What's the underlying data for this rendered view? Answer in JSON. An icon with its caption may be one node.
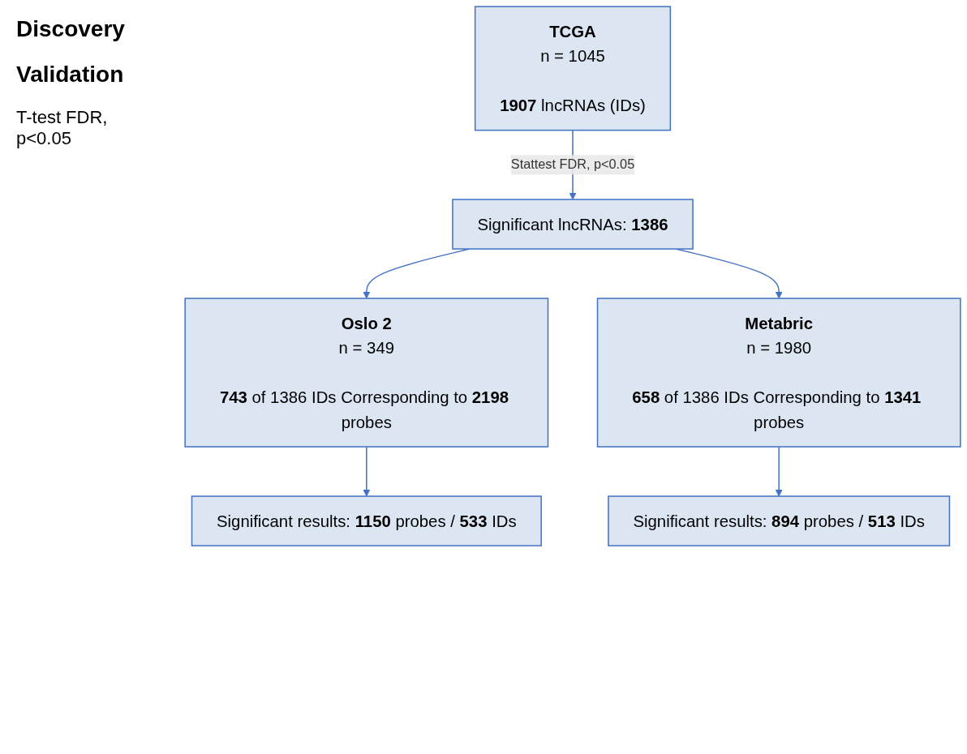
{
  "diagram": {
    "nodes": [
      {
        "text": [
          "TCGA",
          "n = 1045",
          "**1907** lncRNAs (IDs)"
        ]
      },
      {
        "text": [
          "Significant lncRNAs: **1386**"
        ]
      },
      {
        "text": [
          "Oslo 2",
          "n = 349",
          "**743** of 1386 IDs Corresponding to **2198** probes"
        ]
      },
      {
        "text": [
          "Metabric",
          "n = 1980",
          "**658** of 1386 IDs Corresponding to **1341** probes"
        ]
      },
      {
        "text": [
          "Significant results: **1150** probes / **533** IDs"
        ]
      },
      {
        "text": [
          "Significant results: **894** probes / **513** IDs"
        ]
      }
    ],
    "edges": [
      {
        "from": 0,
        "to": 1,
        "arrow": "to",
        "label": "Stattest FDR, p<0.05"
      },
      {
        "from": 1,
        "to": 2,
        "arrow": "to"
      },
      {
        "from": 1,
        "to": 3,
        "arrow": "to"
      },
      {
        "from": 2,
        "to": 4,
        "arrow": "to"
      },
      {
        "from": 3,
        "to": 5,
        "arrow": "to"
      }
    ],
    "labels": [
      "Discovery",
      "Validation",
      "T-test FDR, p<0.05"
    ]
  }
}
